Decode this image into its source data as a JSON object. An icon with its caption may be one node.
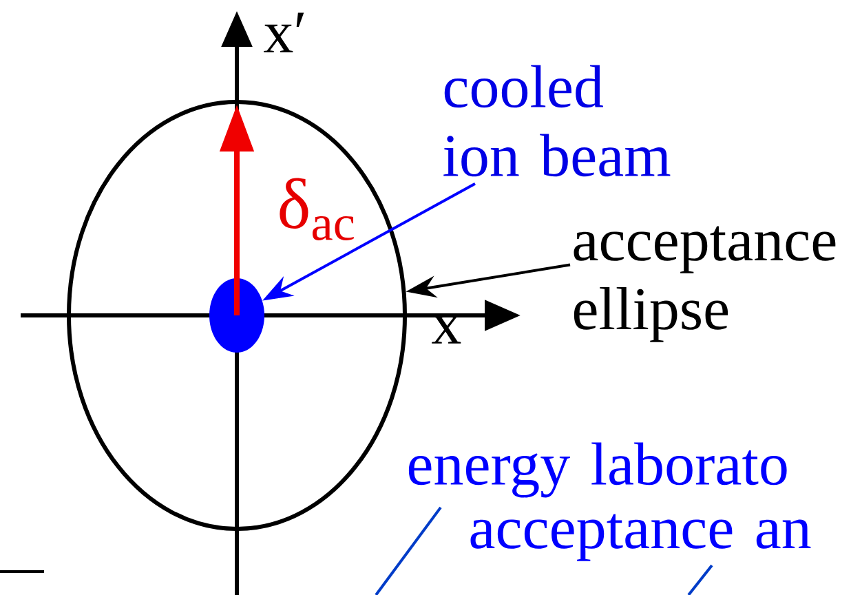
{
  "diagram": {
    "nodes": [
      {
        "text": [],
        "shape": "ellipse"
      },
      {
        "text": [],
        "shape": "ellipse",
        "in": 0
      },
      {
        "text": [
          "cooled ion beam"
        ]
      },
      {
        "text": [
          "acceptance ellipse"
        ]
      },
      {
        "text": [
          "energy laborato"
        ]
      },
      {
        "text": [
          "acceptance an"
        ]
      }
    ],
    "edges": [
      {
        "from": 2,
        "to": 1,
        "arrow": "to",
        "color": "#0000ff"
      },
      {
        "from": 3,
        "to": 0,
        "arrow": "to",
        "color": "#000000"
      },
      {
        "from": 4,
        "to": null,
        "arrow": "none",
        "color": "#003cc8"
      },
      {
        "from": 5,
        "to": null,
        "arrow": "none",
        "color": "#003cc8"
      }
    ],
    "labels": [
      "x′",
      "δ$_{ac}$",
      "x"
    ]
  }
}
